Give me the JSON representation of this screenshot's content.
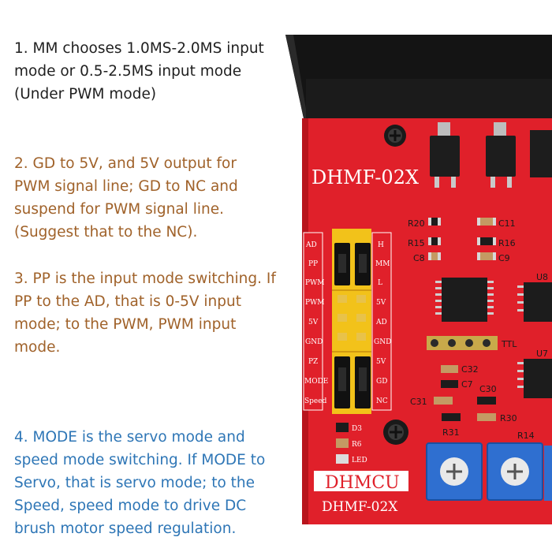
{
  "notes": [
    {
      "text": "1. MM chooses 1.0MS-2.0MS input\nmode or 0.5-2.5MS input mode\n(Under PWM mode)",
      "color": "#1f1f1f"
    },
    {
      "text": "2. GD to 5V, and 5V output for\nPWM signal line; GD to NC and\nsuspend for PWM signal line.\n(Suggest that to the NC).",
      "color": "#a0622a"
    },
    {
      "text": "3. PP is the input mode switching. If\nPP to the AD, that is 0-5V input\nmode; to the PWM, PWM input\nmode.",
      "color": "#a0622a"
    },
    {
      "text": "4. MODE is the servo mode and\nspeed mode switching. If MODE to\nServo, that is servo mode; to the\nSpeed, speed mode to drive DC\nbrush motor speed regulation.",
      "color": "#2e76b6"
    }
  ],
  "board": {
    "model_top": "DHMF-02X",
    "model_bottom": "DHMF-02X",
    "brand": "DHMCU",
    "left_pins": [
      "AD",
      "PP",
      "PWM",
      "PWM",
      "5V",
      "GND",
      "PZ",
      "MODE",
      "Speed"
    ],
    "right_pins": [
      "H",
      "MM",
      "L",
      "5V",
      "AD",
      "GND",
      "5V",
      "GD",
      "NC"
    ],
    "components": [
      "R20",
      "C11",
      "R15",
      "R16",
      "C8",
      "C9",
      "U8",
      "TTL",
      "U7",
      "C32",
      "C7",
      "C30",
      "C31",
      "R30",
      "R31",
      "R14",
      "D3",
      "R6",
      "LED"
    ]
  },
  "colors": {
    "pcb_red": "#e0202a",
    "black_case": "#141414",
    "jumper_yellow": "#f2c21a",
    "pot_blue": "#2f6fd0"
  }
}
